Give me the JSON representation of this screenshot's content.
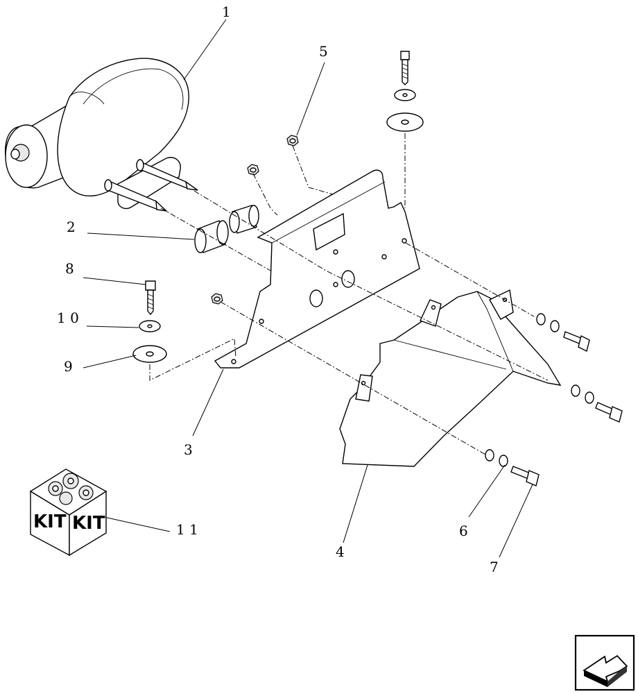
{
  "callouts": {
    "c1": "1",
    "c2": "2",
    "c3": "3",
    "c4": "4",
    "c5": "5",
    "c6": "6",
    "c7": "7",
    "c8": "8",
    "c9": "9",
    "c10": "1 0",
    "c11": "1 1"
  },
  "kit": {
    "label_left": "KIT",
    "label_right": "KIT"
  },
  "icons": {
    "nav": "next-page-arrow-icon"
  }
}
